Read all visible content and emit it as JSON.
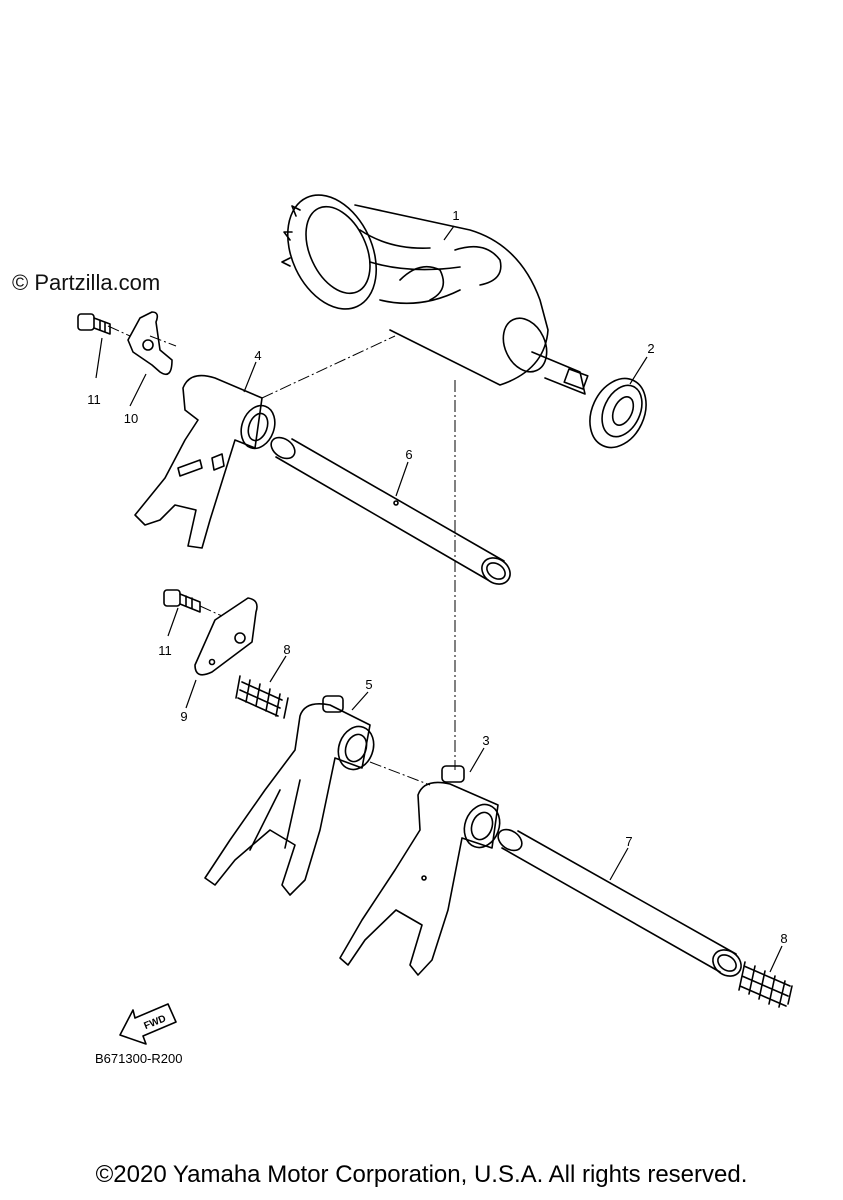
{
  "watermark": "© Partzilla.com",
  "diagram_code": "B671300-R200",
  "fwd_label": "FWD",
  "copyright": "©2020 Yamaha Motor Corporation, U.S.A. All rights reserved.",
  "callouts": [
    {
      "id": "1",
      "label": "1"
    },
    {
      "id": "2",
      "label": "2"
    },
    {
      "id": "3",
      "label": "3"
    },
    {
      "id": "4",
      "label": "4"
    },
    {
      "id": "5",
      "label": "5"
    },
    {
      "id": "6",
      "label": "6"
    },
    {
      "id": "7",
      "label": "7"
    },
    {
      "id": "8a",
      "label": "8"
    },
    {
      "id": "8b",
      "label": "8"
    },
    {
      "id": "9",
      "label": "9"
    },
    {
      "id": "10",
      "label": "10"
    },
    {
      "id": "11a",
      "label": "11"
    },
    {
      "id": "11b",
      "label": "11"
    }
  ]
}
